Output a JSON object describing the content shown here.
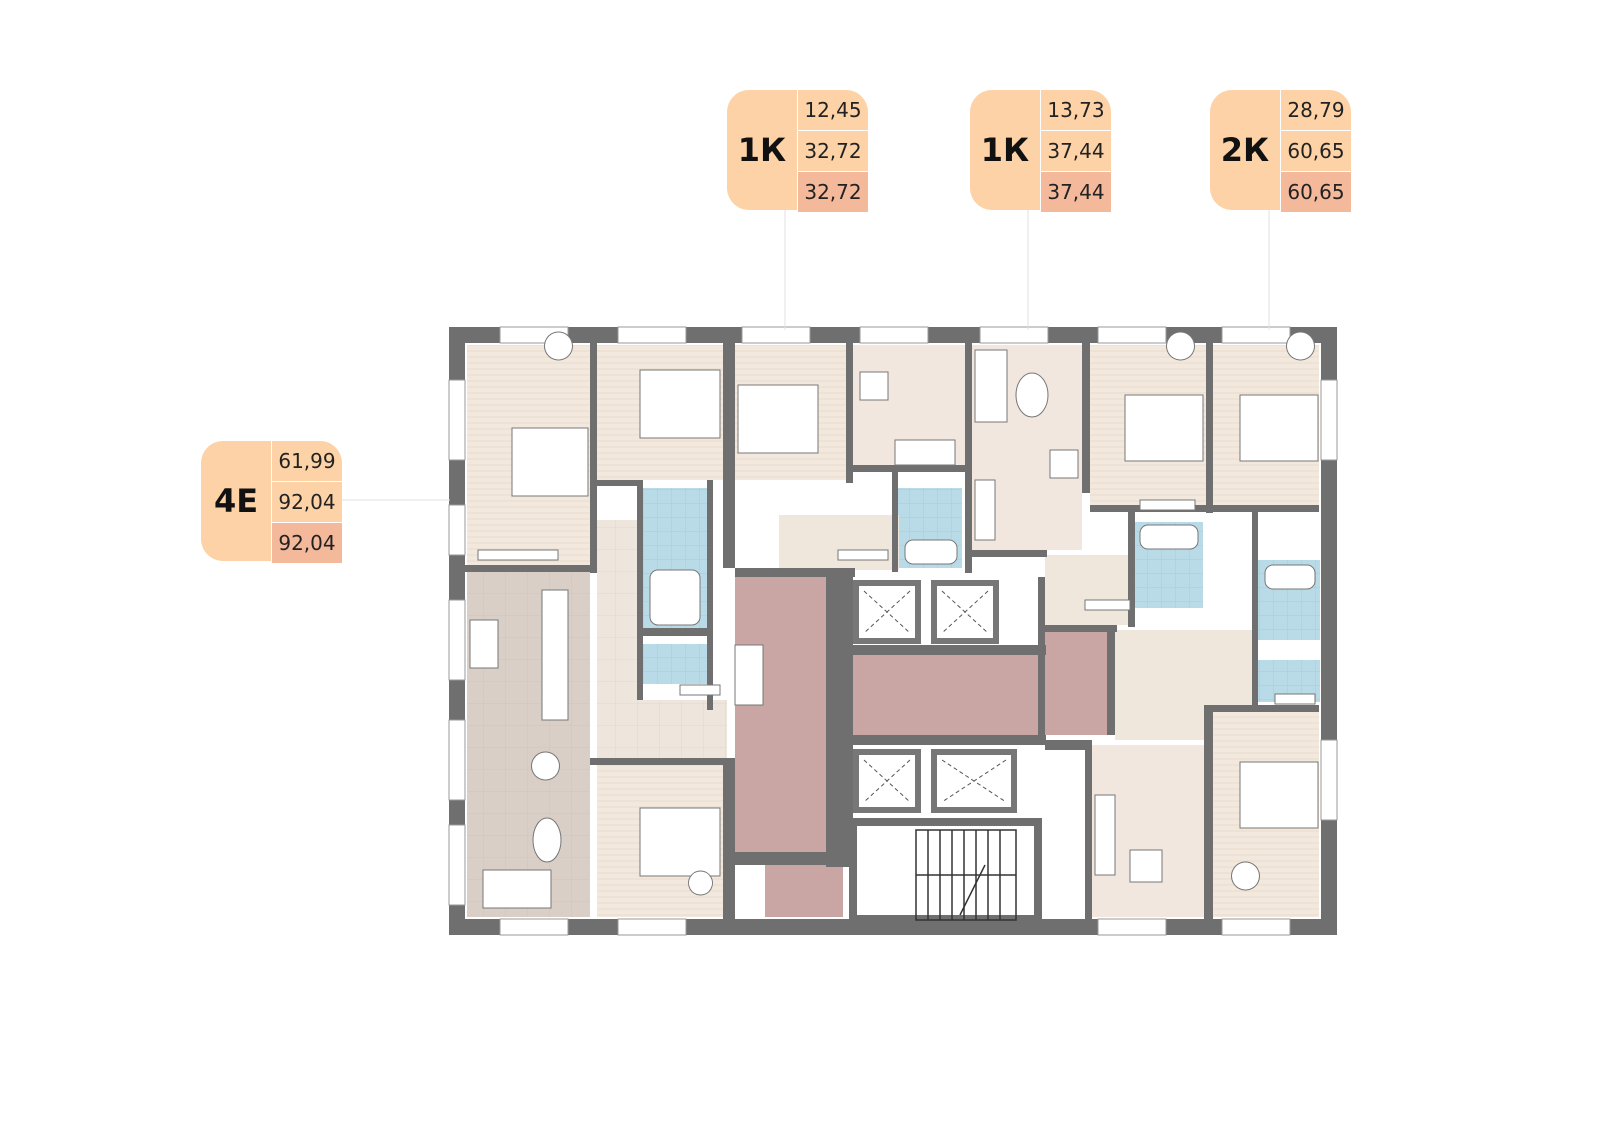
{
  "apartments": [
    {
      "code": "1К",
      "values": [
        "12,45",
        "32,72",
        "32,72"
      ]
    },
    {
      "code": "1К",
      "values": [
        "13,73",
        "37,44",
        "37,44"
      ]
    },
    {
      "code": "2К",
      "values": [
        "28,79",
        "60,65",
        "60,65"
      ]
    },
    {
      "code": "4Е",
      "values": [
        "61,99",
        "92,04",
        "92,04"
      ]
    }
  ],
  "colors": {
    "wall": "#6f6f6f",
    "room_wood": "#f3e8dd",
    "kitchen_floor": "#d9cfc6",
    "corridor_floor": "#eee5dc",
    "bath_tile": "#b9dbe8",
    "common_area": "#c9a5a4",
    "tag_fill": "#fdd2a6",
    "tag_accent": "#f4b89b"
  }
}
